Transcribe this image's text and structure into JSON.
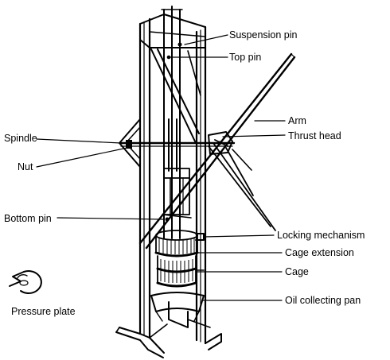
{
  "labels": {
    "suspension_pin": "Suspension pin",
    "top_pin": "Top pin",
    "arm": "Arm",
    "thrust_head": "Thrust head",
    "spindle": "Spindle",
    "nut": "Nut",
    "bottom_pin": "Bottom pin",
    "locking_mechanism": "Locking mechanism",
    "cage_extension": "Cage extension",
    "cage": "Cage",
    "oil_collecting_pan": "Oil collecting pan",
    "pressure_plate": "Pressure plate"
  }
}
